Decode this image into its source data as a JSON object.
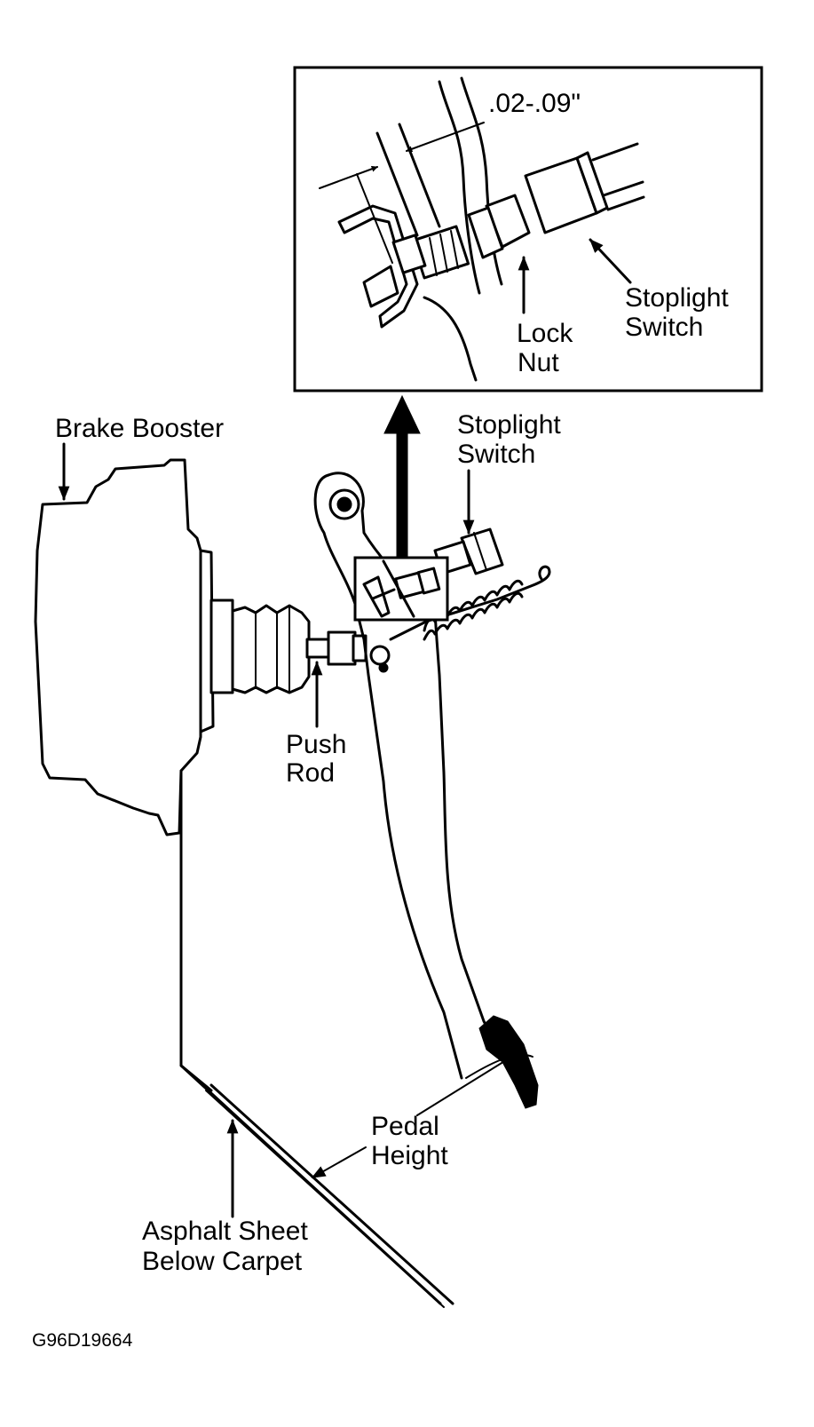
{
  "labels": {
    "measurement": ".02-.09\"",
    "inset_stoplight_line1": "Stoplight",
    "inset_stoplight_line2": "Switch",
    "lock_nut_line1": "Lock",
    "lock_nut_line2": "Nut",
    "brake_booster": "Brake Booster",
    "stoplight_line1": "Stoplight",
    "stoplight_line2": "Switch",
    "push_rod_line1": "Push",
    "push_rod_line2": "Rod",
    "pedal_height_line1": "Pedal",
    "pedal_height_line2": "Height",
    "asphalt_line1": "Asphalt Sheet",
    "asphalt_line2": "Below Carpet",
    "figure_code": "G96D19664"
  },
  "colors": {
    "ink": "#000000",
    "paper": "#ffffff"
  }
}
